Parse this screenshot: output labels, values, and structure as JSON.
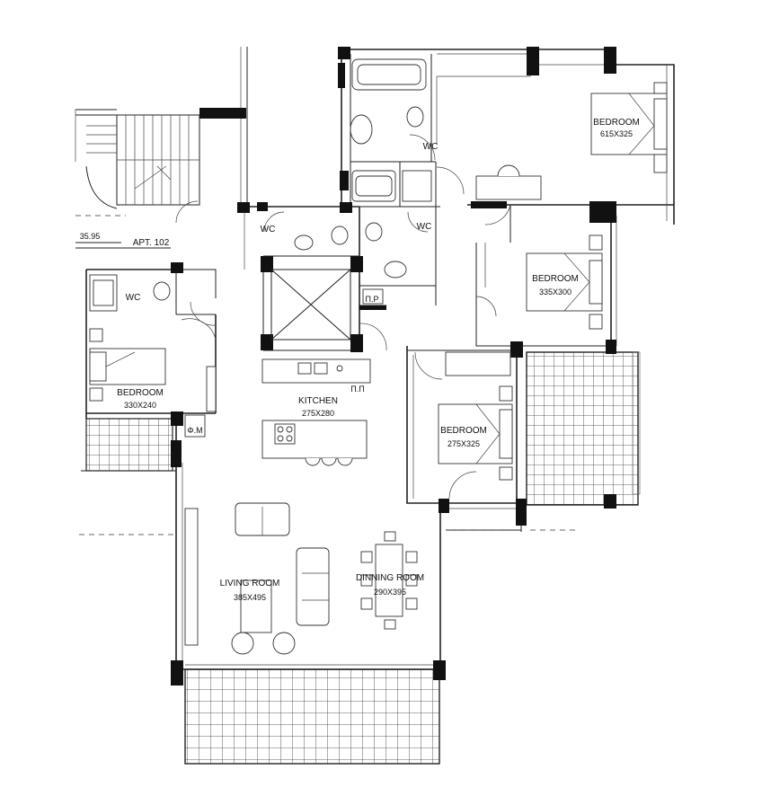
{
  "plan": {
    "apartment_label": "APT. 102",
    "level_mark": "35.95",
    "rooms": [
      {
        "id": "bedroom-master",
        "name": "BEDROOM",
        "size": "615X325"
      },
      {
        "id": "bedroom-2",
        "name": "BEDROOM",
        "size": "335X300"
      },
      {
        "id": "bedroom-3",
        "name": "BEDROOM",
        "size": "275X325"
      },
      {
        "id": "bedroom-west",
        "name": "BEDROOM",
        "size": "330X240"
      },
      {
        "id": "kitchen",
        "name": "KITCHEN",
        "size": "275X280"
      },
      {
        "id": "living-room",
        "name": "LIVING ROOM",
        "size": "385X495"
      },
      {
        "id": "dining-room",
        "name": "DINNING ROOM",
        "size": "290X395"
      }
    ],
    "wc_labels": [
      "WC",
      "WC",
      "WC",
      "WC"
    ],
    "small_labels": {
      "pantry": "Π.Ρ",
      "kitchen_tag": "Π.Π",
      "meter": "Φ.Μ"
    }
  }
}
